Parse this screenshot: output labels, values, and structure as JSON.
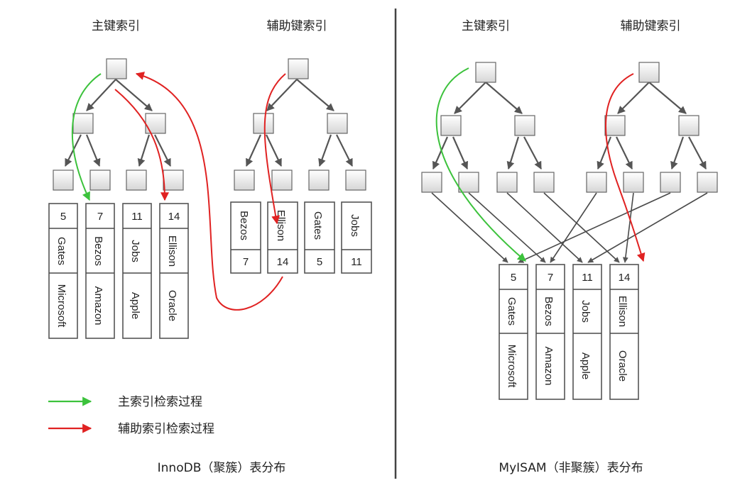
{
  "innodb": {
    "primary_title": "主键索引",
    "secondary_title": "辅助键索引",
    "caption": "InnoDB（聚簇）表分布",
    "primary_rows": [
      {
        "id": "5",
        "name": "Gates",
        "company": "Microsoft"
      },
      {
        "id": "7",
        "name": "Bezos",
        "company": "Amazon"
      },
      {
        "id": "11",
        "name": "Jobs",
        "company": "Apple"
      },
      {
        "id": "14",
        "name": "Ellison",
        "company": "Oracle"
      }
    ],
    "secondary_rows": [
      {
        "name": "Bezos",
        "id": "7"
      },
      {
        "name": "Ellison",
        "id": "14"
      },
      {
        "name": "Gates",
        "id": "5"
      },
      {
        "name": "Jobs",
        "id": "11"
      }
    ]
  },
  "myisam": {
    "primary_title": "主键索引",
    "secondary_title": "辅助键索引",
    "caption": "MyISAM（非聚簇）表分布",
    "rows": [
      {
        "id": "5",
        "name": "Gates",
        "company": "Microsoft"
      },
      {
        "id": "7",
        "name": "Bezos",
        "company": "Amazon"
      },
      {
        "id": "11",
        "name": "Jobs",
        "company": "Apple"
      },
      {
        "id": "14",
        "name": "Ellison",
        "company": "Oracle"
      }
    ]
  },
  "legend": {
    "primary_label": "主索引检索过程",
    "secondary_label": "辅助索引检索过程",
    "primary_color": "#3cc23c",
    "secondary_color": "#e02222"
  }
}
